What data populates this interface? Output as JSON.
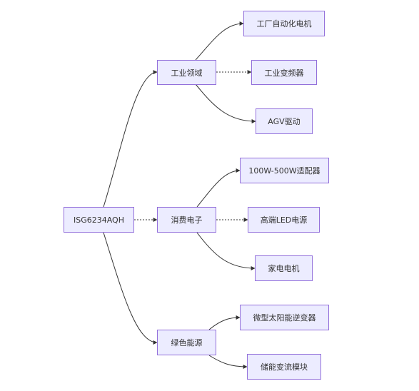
{
  "diagram": {
    "root": "ISG6234AQH",
    "branches": [
      {
        "label": "工业领域",
        "children": [
          "工厂自动化电机",
          "工业变频器",
          "AGV驱动"
        ]
      },
      {
        "label": "消费电子",
        "children": [
          "100W-500W适配器",
          "高端LED电源",
          "家电电机"
        ]
      },
      {
        "label": "绿色能源",
        "children": [
          "微型太阳能逆变器",
          "储能变流模块"
        ]
      }
    ]
  },
  "colors": {
    "node_fill": "#ececff",
    "node_border": "#9370db",
    "edge": "#333333",
    "text": "#333333"
  }
}
